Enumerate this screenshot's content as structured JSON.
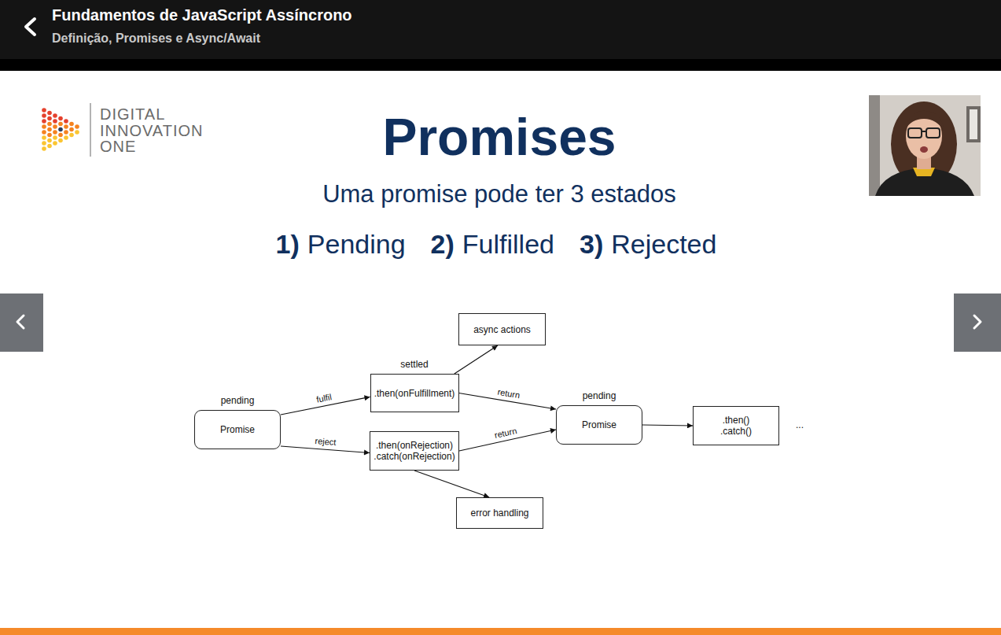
{
  "diagram": {
    "title": "Promises",
    "nodes": [
      {
        "text": [
          "pending",
          "Promise"
        ]
      },
      {
        "text": [
          "settled",
          ".then(onFulfillment)"
        ]
      },
      {
        "text": [
          ".then(onRejection) .catch(onRejection)"
        ]
      },
      {
        "text": [
          "async actions"
        ]
      },
      {
        "text": [
          "error handling"
        ]
      },
      {
        "text": [
          "pending",
          "Promise"
        ]
      },
      {
        "text": [
          ".then() .catch()"
        ]
      }
    ],
    "edges": [
      {
        "from": 0,
        "to": 1,
        "arrow": "to",
        "label": "fulfil"
      },
      {
        "from": 0,
        "to": 2,
        "arrow": "to",
        "label": "reject"
      },
      {
        "from": 1,
        "to": 3,
        "arrow": "to"
      },
      {
        "from": 1,
        "to": 5,
        "arrow": "to",
        "label": "return"
      },
      {
        "from": 2,
        "to": 5,
        "arrow": "to",
        "label": "return"
      },
      {
        "from": 2,
        "to": 4,
        "arrow": "to"
      },
      {
        "from": 5,
        "to": 6,
        "arrow": "to"
      }
    ],
    "labels": [
      "Fundamentos de JavaScript Assíncrono",
      "Definição, Promises e Async/Await",
      "DIGITAL",
      "INNOVATION",
      "ONE",
      "Uma promise pode ter 3 estados",
      "1)",
      "Pending",
      "2)",
      "Fulfilled",
      "3)",
      "Rejected",
      "..."
    ]
  }
}
